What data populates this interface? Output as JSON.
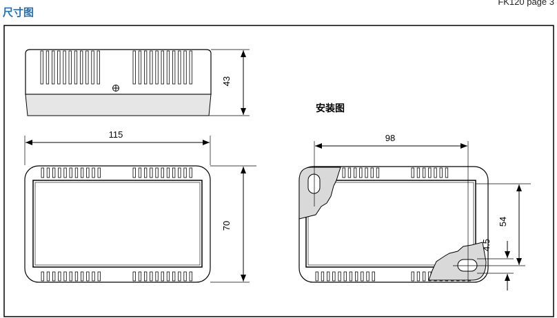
{
  "header": {
    "title": "尺寸图",
    "page_label": "FK120 page 3"
  },
  "drawing": {
    "side_height": "43",
    "width": "115",
    "front_height": "70",
    "mounting_title": "安装图",
    "mount_width": "98",
    "mount_height": "54",
    "hole_size": "4.5",
    "fill_color": "#d9d9d9",
    "line_color": "#000000"
  }
}
